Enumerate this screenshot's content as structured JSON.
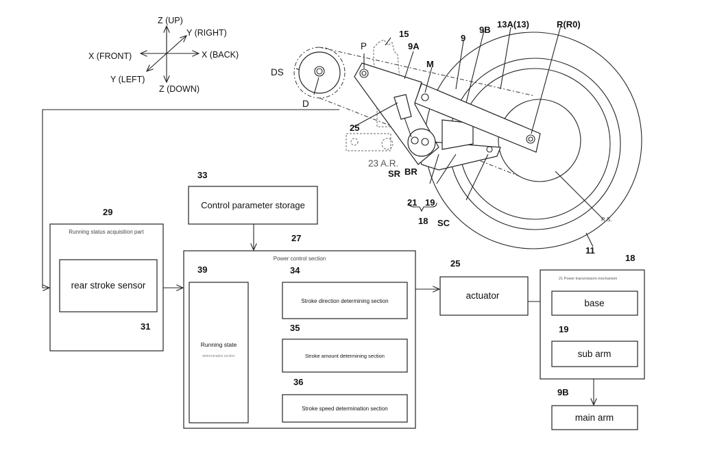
{
  "axes": {
    "z_up": "Z (UP)",
    "y_right": "Y (RIGHT)",
    "x_front": "X (FRONT)",
    "x_back": "X (BACK)",
    "y_left": "Y (LEFT)",
    "z_down": "Z (DOWN)"
  },
  "mechanism_labels": {
    "ds": "DS",
    "d": "D",
    "p": "P",
    "n15": "15",
    "n9a": "9A",
    "m": "M",
    "n9": "9",
    "n9b": "9B",
    "n13a": "13A(13)",
    "r": "R(R0)",
    "n25": "25",
    "ar": "23 A.R.",
    "sr": "SR",
    "br": "BR",
    "n21": "21",
    "n19": "19",
    "n18": "18",
    "sc": "SC",
    "rs": "R.S.",
    "n11": "11"
  },
  "blocks": {
    "storage": {
      "num": "33",
      "label": "Control parameter storage"
    },
    "acquisition": {
      "num": "29",
      "title": "Running status acquisition part"
    },
    "sensor": {
      "num": "31",
      "label": "rear stroke sensor"
    },
    "power_control": {
      "num": "27",
      "title": "Power control section"
    },
    "running_state": {
      "num": "39",
      "label": "Running state",
      "sub": "determination section"
    },
    "direction": {
      "num": "34",
      "label": "Stroke direction determining section"
    },
    "amount": {
      "num": "35",
      "label": "Stroke amount determining section"
    },
    "speed": {
      "num": "36",
      "label": "Stroke speed determination section"
    },
    "actuator": {
      "num": "25",
      "label": "actuator"
    },
    "transmission": {
      "num": "18",
      "title": "21 Power transmission mechanism"
    },
    "base": {
      "label": "base"
    },
    "sub_arm": {
      "num": "19",
      "label": "sub arm"
    },
    "main_arm": {
      "num": "9B",
      "label": "main arm"
    }
  }
}
